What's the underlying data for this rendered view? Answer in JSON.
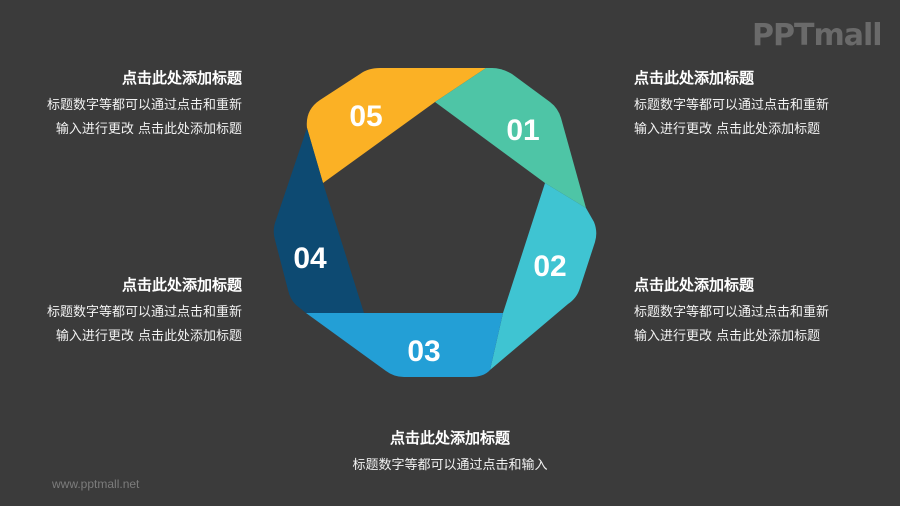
{
  "brand": {
    "logo_text": "PPTmall",
    "footer_url": "www.pptmall.net"
  },
  "colors": {
    "background": "#3b3b3b",
    "segment_01": "#4ec5a6",
    "segment_02": "#3fc4d2",
    "segment_03": "#239fd6",
    "segment_04": "#0d4a72",
    "segment_05": "#fbb125",
    "text": "#ffffff"
  },
  "diagram": {
    "segments": [
      {
        "number": "01",
        "color": "#4ec5a6"
      },
      {
        "number": "02",
        "color": "#3fc4d2"
      },
      {
        "number": "03",
        "color": "#239fd6"
      },
      {
        "number": "04",
        "color": "#0d4a72"
      },
      {
        "number": "05",
        "color": "#fbb125"
      }
    ]
  },
  "blocks": {
    "left_top": {
      "title": "点击此处添加标题",
      "line1": "标题数字等都可以通过点击和重新",
      "line2": "输入进行更改 点击此处添加标题"
    },
    "left_bottom": {
      "title": "点击此处添加标题",
      "line1": "标题数字等都可以通过点击和重新",
      "line2": "输入进行更改 点击此处添加标题"
    },
    "right_top": {
      "title": "点击此处添加标题",
      "line1": "标题数字等都可以通过点击和重新",
      "line2": "输入进行更改 点击此处添加标题"
    },
    "right_bottom": {
      "title": "点击此处添加标题",
      "line1": "标题数字等都可以通过点击和重新",
      "line2": "输入进行更改 点击此处添加标题"
    },
    "bottom": {
      "title": "点击此处添加标题",
      "line1": "标题数字等都可以通过点击和输入"
    }
  }
}
